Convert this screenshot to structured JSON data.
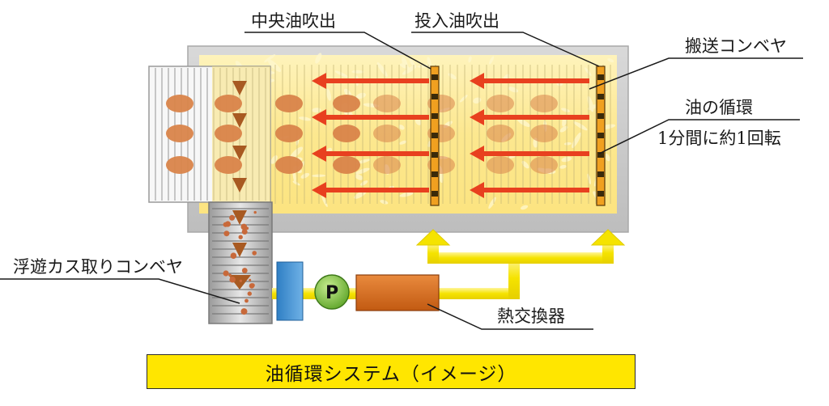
{
  "labels": {
    "center_oil_outlet": "中央油吹出",
    "input_oil_outlet": "投入油吹出",
    "conveyor": "搬送コンベヤ",
    "oil_circulation_line1": "油の循環",
    "oil_circulation_line2": "1分間に約1回転",
    "floating_debris_conveyor": "浮遊カス取りコンベヤ",
    "heat_exchanger": "熱交換器",
    "pump": "P"
  },
  "caption": "油循環システム（イメージ）",
  "colors": {
    "oil": "#fde36a",
    "flow_arrow": "#e8401f",
    "pipe": "#f7e600",
    "product": "#d9844a",
    "pump": "#7dbf3c",
    "filter": "#3f8fd0",
    "heat_exchanger": "#d8701f",
    "tank_frame": "#c9c9c9",
    "caption_bg": "#ffe600"
  }
}
